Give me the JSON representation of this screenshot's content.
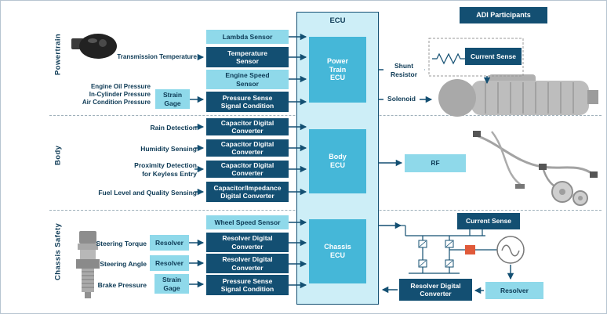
{
  "colors": {
    "navy": "#134f72",
    "ink": "#0d3a55",
    "cyan": "#8fd9ea",
    "ecu-fill": "#cdeef7",
    "ecu-box": "#45b7d8",
    "red": "#e05a3a"
  },
  "adi_participants": "ADI Participants",
  "ecu": {
    "title": "ECU",
    "powertrain": "Power\nTrain\nECU",
    "body": "Body\nECU",
    "chassis": "Chassis\nECU"
  },
  "powertrain": {
    "section_label": "Powertrain",
    "transmission_temperature": "Transmission Temperature",
    "pressure_inputs": "Engine Oil Pressure\nIn-Cylinder Pressure\nAir Condition Pressure",
    "strain_gage": "Strain\nGage",
    "lambda_sensor": "Lambda Sensor",
    "temperature_sensor": "Temperature\nSensor",
    "engine_speed_sensor": "Engine Speed\nSensor",
    "pressure_sense": "Pressure Sense\nSignal Condition",
    "shunt_resistor": "Shunt\nResistor",
    "current_sense": "Current Sense",
    "solenoid": "Solenoid"
  },
  "body": {
    "section_label": "Body",
    "rows": [
      {
        "label": "Rain Detection",
        "converter": "Capacitor Digital\nConverter"
      },
      {
        "label": "Humidity Sensing",
        "converter": "Capacitor Digital\nConverter"
      },
      {
        "label": "Proximity Detection\nfor Keyless Entry",
        "converter": "Capacitor Digital\nConverter"
      },
      {
        "label": "Fuel Level and Quality Sensing",
        "converter": "Capacitor/Impedance\nDigital Converter"
      }
    ],
    "rf": "RF"
  },
  "chassis": {
    "section_label": "Chassis Safety",
    "wheel_speed_sensor": "Wheel Speed Sensor",
    "rows": [
      {
        "label": "Steering Torque",
        "front": "Resolver",
        "converter": "Resolver Digital\nConverter"
      },
      {
        "label": "Steering Angle",
        "front": "Resolver",
        "converter": "Resolver Digital\nConverter"
      },
      {
        "label": "Brake Pressure",
        "front": "Strain\nGage",
        "converter": "Pressure Sense\nSignal Condition"
      }
    ],
    "current_sense": "Current Sense",
    "resolver_digital_converter": "Resolver Digital\nConverter",
    "resolver": "Resolver"
  },
  "images": {
    "powertrain_sensor": "temperature-sensor-photo",
    "transmission": "transmission-photo",
    "wiring_harness": "body-wiring-harness-photo",
    "chassis_pressure_sensor": "pressure-sensor-photo"
  }
}
